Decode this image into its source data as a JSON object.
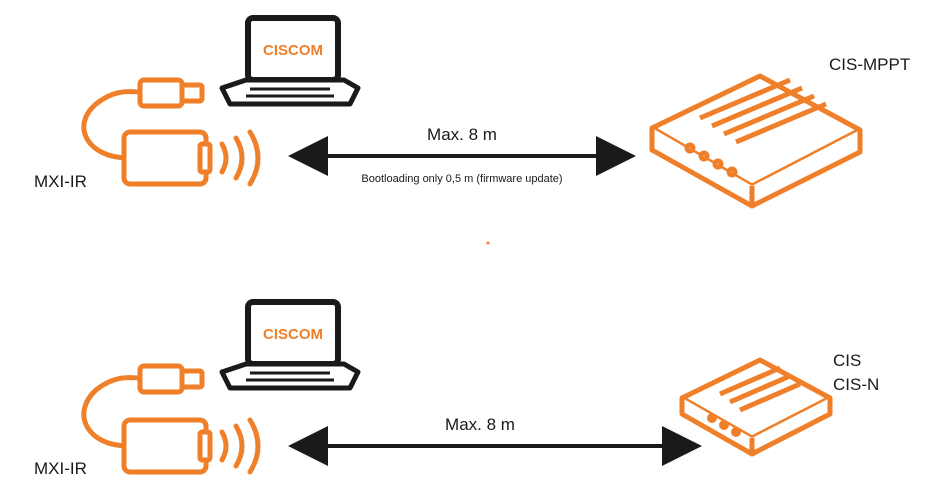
{
  "accent_color": "#f07f2a",
  "line_color": "#1a1a1a",
  "top": {
    "laptop_screen_text": "CISCOM",
    "adapter_label": "MXI-IR",
    "distance_label": "Max. 8 m",
    "note": "Bootloading only 0,5 m (firmware update)",
    "device_label": "CIS-MPPT"
  },
  "bottom": {
    "laptop_screen_text": "CISCOM",
    "adapter_label": "MXI-IR",
    "distance_label": "Max. 8 m",
    "device_label_1": "CIS",
    "device_label_2": "CIS-N"
  },
  "icons": [
    "laptop-icon",
    "usb-plug-icon",
    "ir-adapter-icon",
    "ir-waves-icon",
    "double-arrow-icon",
    "controller-device-icon"
  ]
}
